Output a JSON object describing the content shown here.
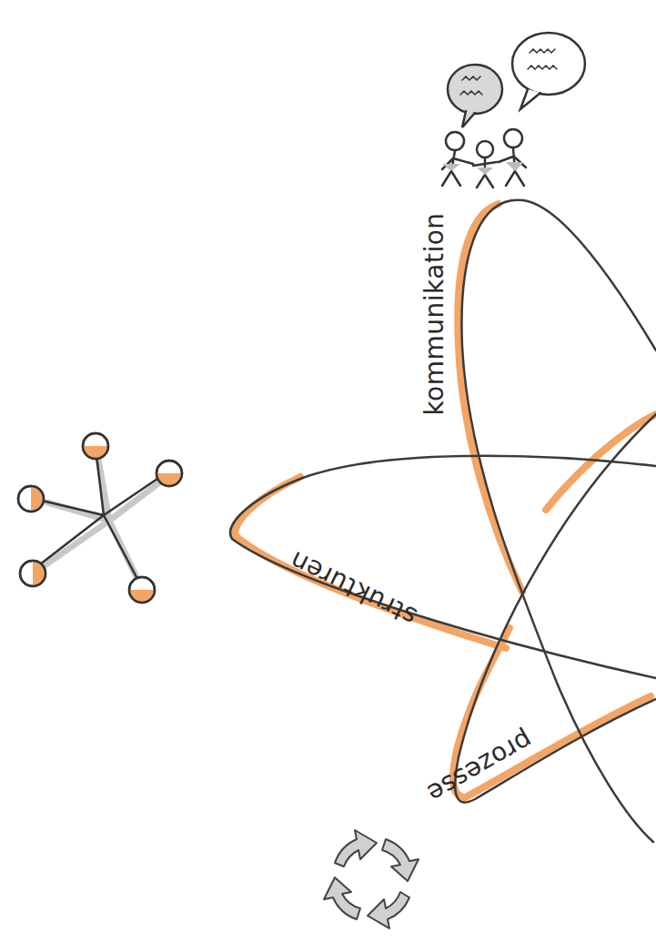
{
  "diagram": {
    "labels": [
      "kommunikation",
      "strukturen",
      "prozesse"
    ]
  }
}
